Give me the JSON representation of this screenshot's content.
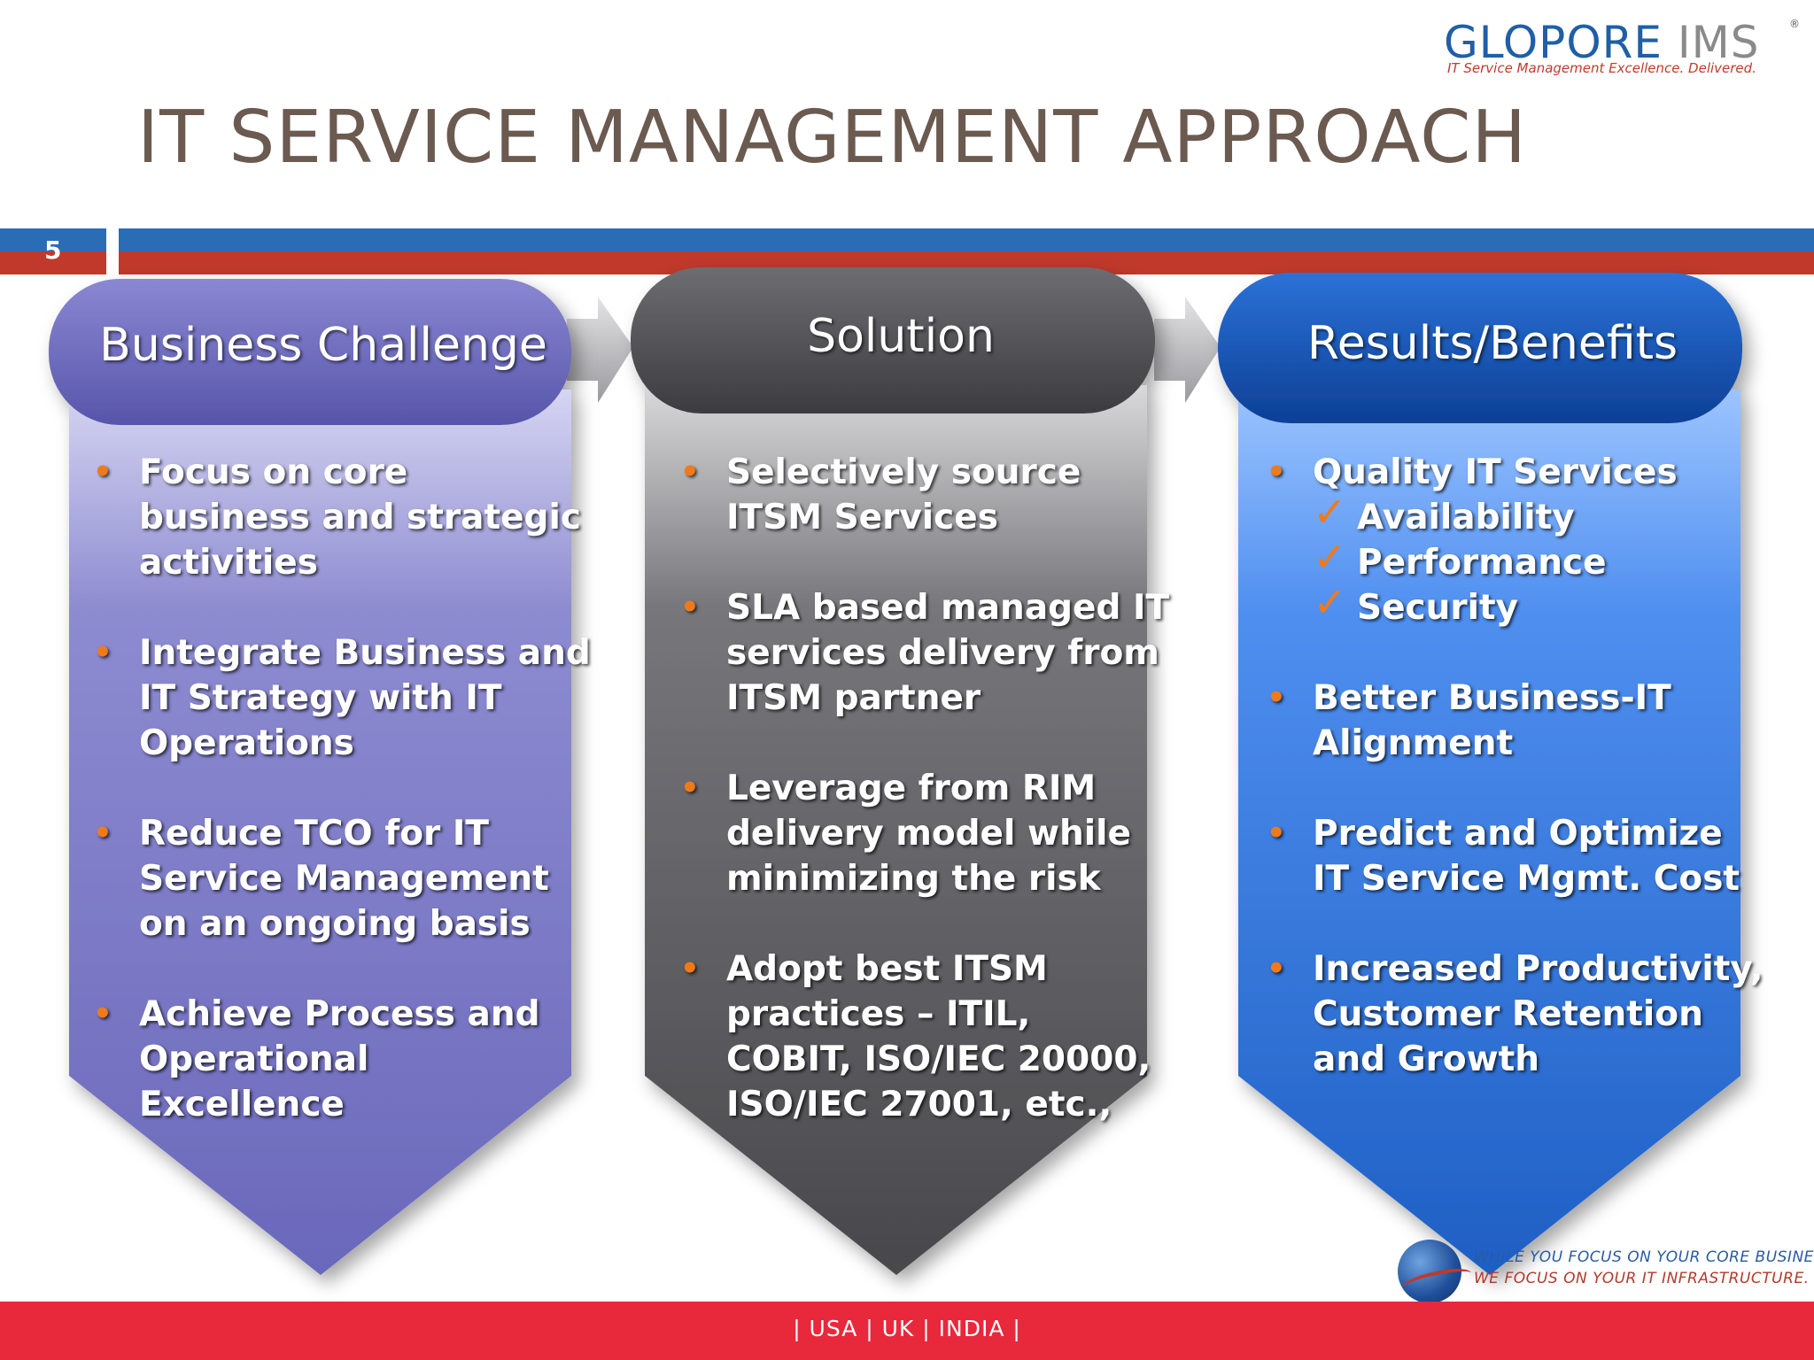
{
  "logo": {
    "name_part1": "GLOPORE",
    "name_part2": " IMS",
    "tagline": "IT Service Management Excellence. Delivered."
  },
  "title": "IT SERVICE MANAGEMENT APPROACH",
  "slide_number": "5",
  "columns": [
    {
      "title": "Business Challenge",
      "color": "#6e6cbf",
      "items": [
        {
          "lines": [
            "Focus on core",
            "business and strategic",
            "activities"
          ]
        },
        {
          "lines": [
            "Integrate Business and",
            "IT Strategy with IT",
            "Operations"
          ]
        },
        {
          "lines": [
            "Reduce TCO for IT",
            "Service Management",
            "on an ongoing basis"
          ]
        },
        {
          "lines": [
            "Achieve Process and",
            "Operational",
            "Excellence"
          ]
        }
      ]
    },
    {
      "title": "Solution",
      "color": "#5b5b5f",
      "items": [
        {
          "lines": [
            "Selectively source",
            "ITSM Services"
          ]
        },
        {
          "lines": [
            "SLA based managed IT",
            "services delivery from",
            "ITSM partner"
          ]
        },
        {
          "lines": [
            "Leverage from RIM",
            "delivery model while",
            "minimizing the risk"
          ]
        },
        {
          "lines": [
            "Adopt best ITSM",
            "practices – ITIL,",
            "COBIT, ISO/IEC 20000,",
            "ISO/IEC 27001, etc.,"
          ]
        }
      ]
    },
    {
      "title": "Results/Benefits",
      "color": "#1f62c4",
      "items": [
        {
          "lines": [
            "Quality IT Services"
          ],
          "checks": [
            "Availability",
            "Performance",
            "Security"
          ]
        },
        {
          "lines": [
            "Better Business-IT",
            "Alignment"
          ]
        },
        {
          "lines": [
            "Predict and Optimize",
            "IT Service Mgmt. Cost"
          ]
        },
        {
          "lines": [
            "Increased Productivity,",
            "Customer Retention",
            "and Growth"
          ]
        }
      ]
    }
  ],
  "motto": {
    "line1": "WHILE YOU FOCUS ON YOUR CORE BUSINESS...",
    "line2": "WE FOCUS ON YOUR IT INFRASTRUCTURE."
  },
  "footer": {
    "countries": "| USA | UK | INDIA |"
  },
  "colors": {
    "bullet": "#f07a1a",
    "footer": "#e8283b",
    "title": "#6b5a50"
  }
}
